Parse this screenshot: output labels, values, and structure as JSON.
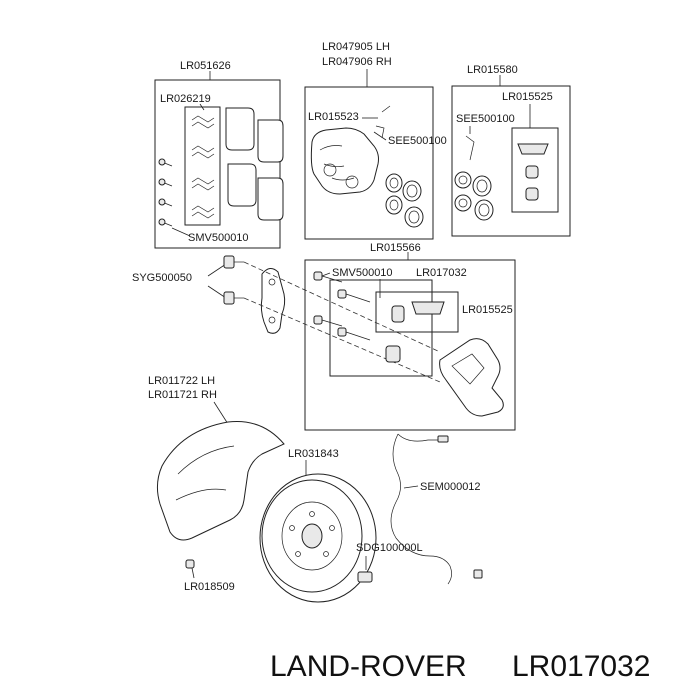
{
  "labels": {
    "lr051626": "LR051626",
    "lr026219": "LR026219",
    "smv500010_a": "SMV500010",
    "lr047905": "LR047905 LH",
    "lr047906": "LR047906 RH",
    "lr015523": "LR015523",
    "see500100_a": "SEE500100",
    "lr015580": "LR015580",
    "lr015525_a": "LR015525",
    "see500100_b": "SEE500100",
    "syg500050": "SYG500050",
    "lr015566": "LR015566",
    "smv500010_b": "SMV500010",
    "lr017032": "LR017032",
    "lr015525_b": "LR015525",
    "lr011722": "LR011722 LH",
    "lr011721": "LR011721 RH",
    "lr031843": "LR031843",
    "sem000012": "SEM000012",
    "sdg100000l": "SDG100000L",
    "lr018509": "LR018509"
  },
  "footer": {
    "brand": "LAND-ROVER",
    "part_number": "LR017032"
  }
}
